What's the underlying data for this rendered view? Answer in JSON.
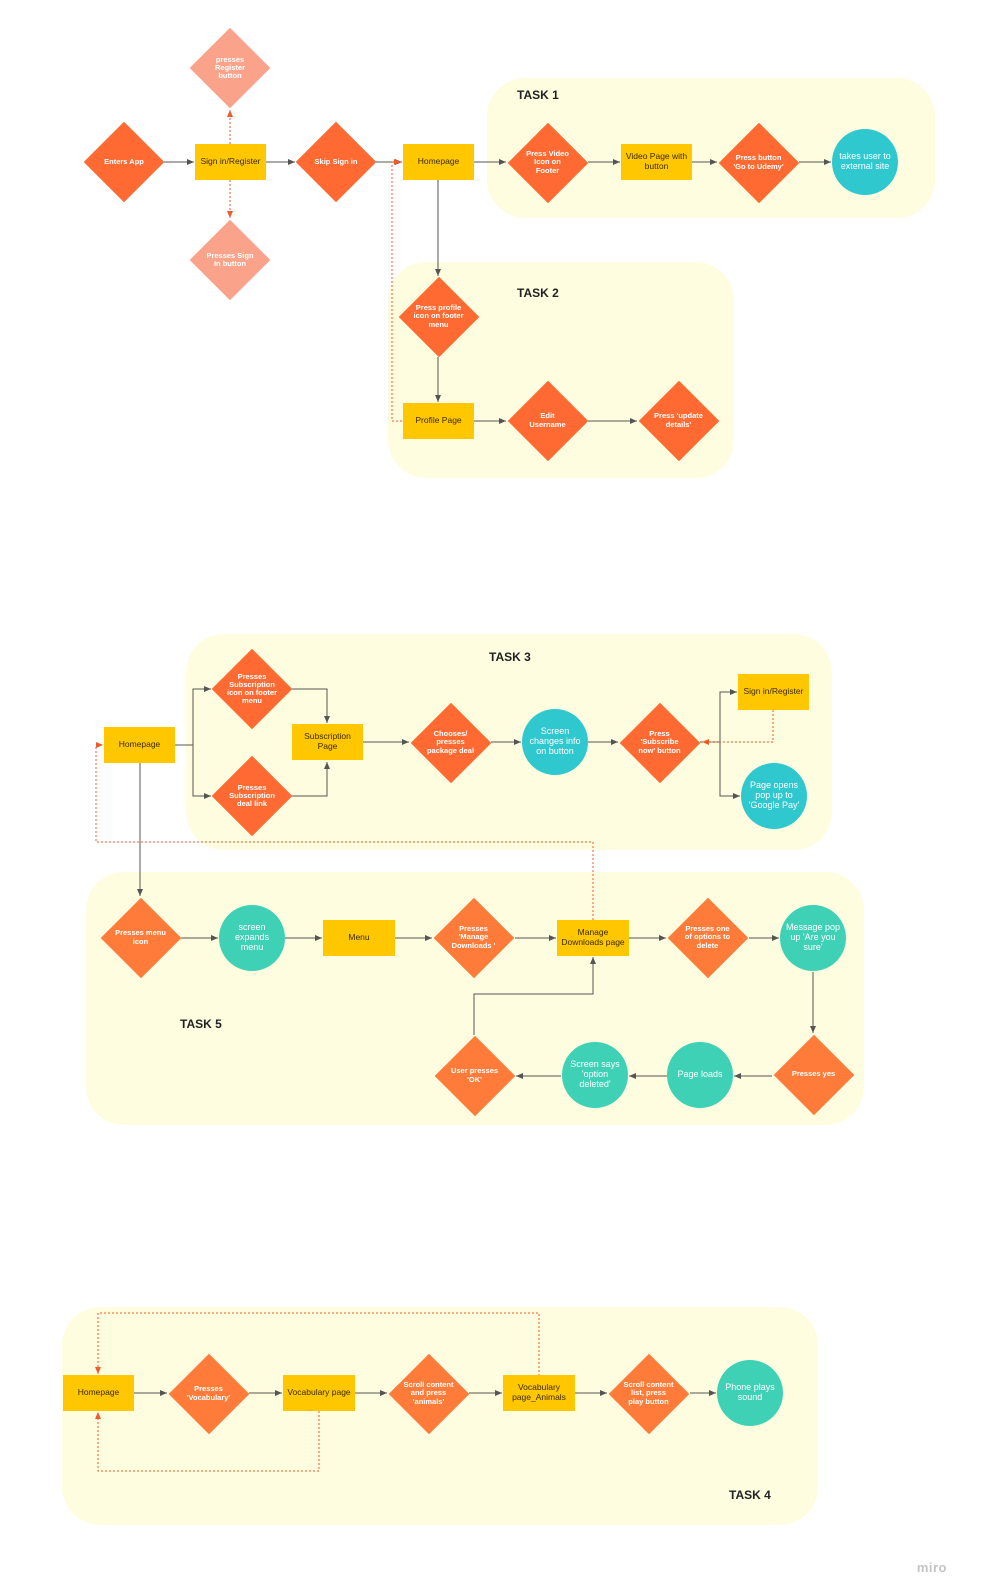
{
  "tasks": {
    "task1": "TASK 1",
    "task2": "TASK 2",
    "task3": "TASK 3",
    "task4": "TASK 4",
    "task5": "TASK 5"
  },
  "nodes": {
    "enters_app": "Enters App",
    "sign_in_register": "Sign in/Register",
    "presses_register": "presses Register button",
    "presses_sign_in": "Presses Sign In button",
    "skip_sign_in": "Skip Sign in",
    "homepage_1": "Homepage",
    "press_video_icon": "Press Video Icon on Footer",
    "video_page": "Video Page with button",
    "press_go_udemy": "Press button 'Go to Udemy'",
    "takes_user_external": "takes user to external site",
    "press_profile_icon": "Press profile icon on footer menu",
    "profile_page": "Profile Page",
    "edit_username": "Edit Username",
    "press_update_details": "Press 'update details'",
    "homepage_3": "Homepage",
    "presses_sub_icon": "Presses Subscription icon on footer menu",
    "presses_sub_deal": "Presses Subscription deal link",
    "subscription_page": "Subscription Page",
    "chooses_package": "Chooses/ presses package deal",
    "screen_changes_info": "Screen changes info on button",
    "press_subscribe_now": "Press 'Subscribe now' button",
    "sign_in_register_3": "Sign in/Register",
    "page_opens_google_pay": "Page opens pop up to 'Google Pay'",
    "presses_menu_icon": "Presses menu icon",
    "screen_expands_menu": "screen expands menu",
    "menu": "Menu",
    "presses_manage_downloads": "Presses 'Manage Downloads '",
    "manage_downloads_page": "Manage Downloads page",
    "presses_option_delete": "Presses one of options to delete",
    "message_pop_up": "Message pop up 'Are you sure'",
    "presses_yes": "Presses yes",
    "page_loads": "Page loads",
    "screen_says_deleted": "Screen says 'option deleted'",
    "user_presses_ok": "User presses 'OK'",
    "homepage_4": "Homepage",
    "presses_vocabulary": "Presses 'Vocabulary'",
    "vocabulary_page": "Vocabulary page",
    "scroll_press_animals": "Scroll content and press 'animals'",
    "vocabulary_page_animals": "Vocabulary page_Animals",
    "scroll_press_play": "Scroll content list, press play button",
    "phone_plays_sound": "Phone plays sound"
  },
  "watermark": "miro",
  "colors": {
    "zone": "#fffde0",
    "rect": "#ffc700",
    "diamond": "#ff6a33",
    "diamond_light": "#fba38a",
    "circle_teal": "#2fc8cf",
    "circle_green": "#3ed1b6",
    "edge": "#555555",
    "dashed_edge": "#f05a28"
  }
}
